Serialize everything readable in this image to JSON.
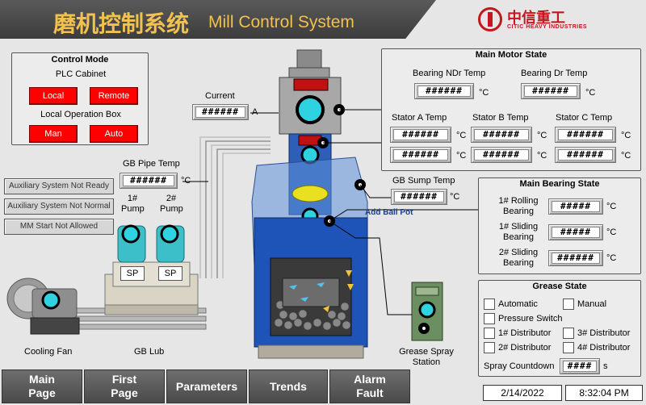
{
  "header": {
    "title_cn": "磨机控制系统",
    "title_en": "Mill Control System",
    "logo_cn": "中信重工",
    "logo_en": "CITIC HEAVY INDUSTRIES"
  },
  "control_mode": {
    "title": "Control Mode",
    "plc_label": "PLC Cabinet",
    "local": "Local",
    "remote": "Remote",
    "op_box_label": "Local Operation Box",
    "man": "Man",
    "auto": "Auto"
  },
  "status_buttons": [
    "Auxiliary System Not Ready",
    "Auxiliary System Not Normal",
    "MM Start Not Allowed"
  ],
  "current": {
    "label": "Current",
    "value": "######",
    "unit": "A"
  },
  "gb_pipe": {
    "label": "GB Pipe Temp",
    "value": "######",
    "unit": "°C"
  },
  "gb_sump": {
    "label": "GB Sump Temp",
    "value": "######",
    "unit": "°C"
  },
  "pumps": {
    "p1": "1#\nPump",
    "p1_a": "1#",
    "p1_b": "Pump",
    "p2_a": "2#",
    "p2_b": "Pump",
    "sp": "SP"
  },
  "equipment": {
    "cooling_fan": "Cooling Fan",
    "gb_lub": "GB Lub",
    "add_ball_pot": "Add Ball Pot",
    "grease_station_a": "Grease Spray",
    "grease_station_b": "Station"
  },
  "main_motor": {
    "title": "Main Motor State",
    "ndr_label": "Bearing NDr Temp",
    "ndr_value": "######",
    "dr_label": "Bearing Dr Temp",
    "dr_value": "######",
    "stator_a_label": "Stator A Temp",
    "stator_b_label": "Stator B Temp",
    "stator_c_label": "Stator C Temp",
    "value": "######",
    "unit": "°C"
  },
  "main_bearing": {
    "title": "Main Bearing State",
    "rows": [
      {
        "label_a": "1# Rolling",
        "label_b": "Bearing",
        "value": "#####"
      },
      {
        "label_a": "1# Sliding",
        "label_b": "Bearing",
        "value": "#####"
      },
      {
        "label_a": "2# Sliding",
        "label_b": "Bearing",
        "value": "######"
      }
    ],
    "unit": "°C"
  },
  "grease": {
    "title": "Grease State",
    "automatic": "Automatic",
    "manual": "Manual",
    "pressure_switch": "Pressure Switch",
    "d1": "1# Distributor",
    "d2": "2# Distributor",
    "d3": "3# Distributor",
    "d4": "4# Distributor",
    "countdown_label": "Spray Countdown",
    "countdown_value": "####",
    "countdown_unit": "s"
  },
  "nav": {
    "main_a": "Main",
    "main_b": "Page",
    "first_a": "First",
    "first_b": "Page",
    "parameters": "Parameters",
    "trends": "Trends",
    "alarm_a": "Alarm",
    "alarm_b": "Fault"
  },
  "status": {
    "date": "2/14/2022",
    "time": "8:32:04 PM"
  }
}
